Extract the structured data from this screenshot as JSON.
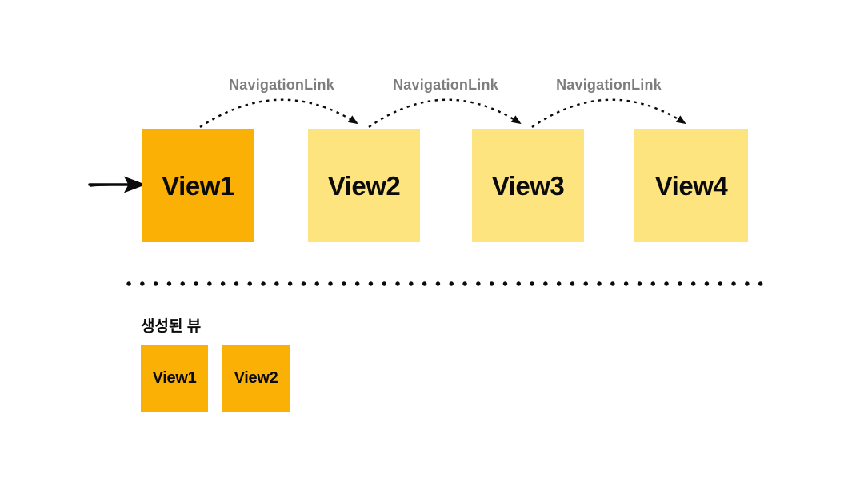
{
  "colors": {
    "background": "#ffffff",
    "box_active": "#fbb005",
    "box_inactive": "#fde47e",
    "nav_label": "#7d7d7d",
    "ink": "#0b0b0b"
  },
  "nav_links": [
    {
      "label": "NavigationLink"
    },
    {
      "label": "NavigationLink"
    },
    {
      "label": "NavigationLink"
    }
  ],
  "views": [
    {
      "label": "View1",
      "state": "active"
    },
    {
      "label": "View2",
      "state": "inactive"
    },
    {
      "label": "View3",
      "state": "inactive"
    },
    {
      "label": "View4",
      "state": "inactive"
    }
  ],
  "created_views": {
    "title": "생성된 뷰",
    "boxes": [
      {
        "label": "View1"
      },
      {
        "label": "View2"
      }
    ]
  },
  "icons": {
    "entry_arrow": "hand-drawn-right-arrow",
    "nav_arrow": "dashed-curved-arrow",
    "divider": "dotted-horizontal-line"
  }
}
